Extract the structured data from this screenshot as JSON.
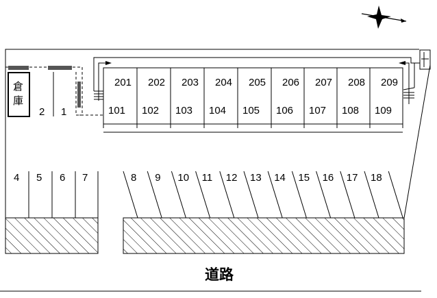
{
  "title": "Parking site plan",
  "storage_label": [
    "倉",
    "庫"
  ],
  "road_label": "道路",
  "building": {
    "upper_units": [
      "201",
      "202",
      "203",
      "204",
      "205",
      "206",
      "207",
      "208",
      "209"
    ],
    "lower_units": [
      "101",
      "102",
      "103",
      "104",
      "105",
      "106",
      "107",
      "108",
      "109"
    ]
  },
  "parking": {
    "top_stalls": [
      "2",
      "1"
    ],
    "straight_stalls": [
      "4",
      "5",
      "6",
      "7"
    ],
    "angled_stalls": [
      "8",
      "9",
      "10",
      "11",
      "12",
      "13",
      "14",
      "15",
      "16",
      "17",
      "18"
    ]
  }
}
